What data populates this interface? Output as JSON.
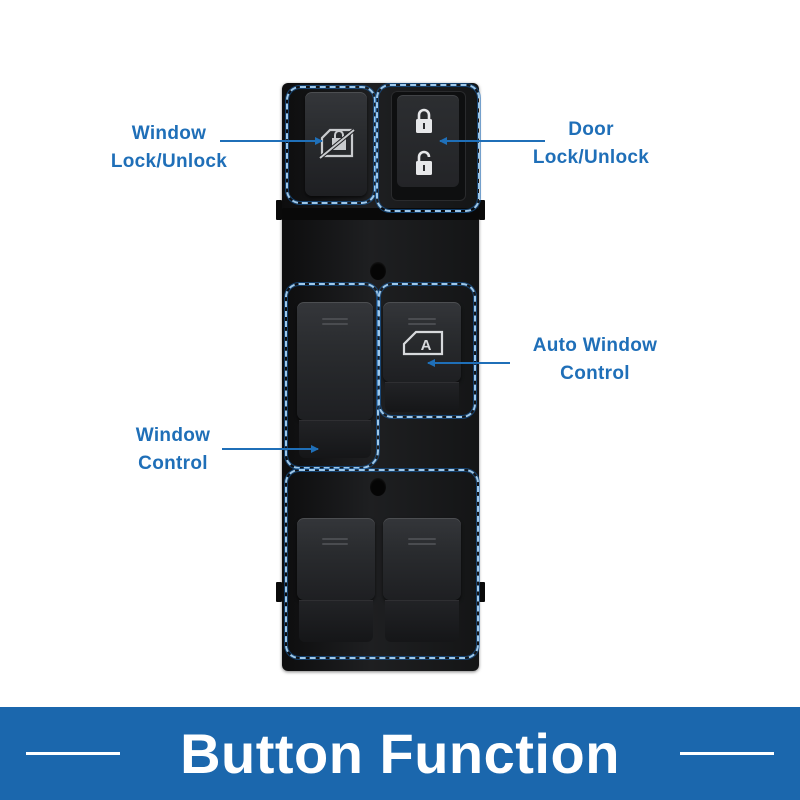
{
  "labels": {
    "window_lock": {
      "line1": "Window",
      "line2": "Lock/Unlock"
    },
    "door_lock": {
      "line1": "Door",
      "line2": "Lock/Unlock"
    },
    "auto_window": {
      "line1": "Auto Window",
      "line2": "Control"
    },
    "window_control": {
      "line1": "Window",
      "line2": "Control"
    }
  },
  "banner": {
    "title": "Button Function"
  },
  "icons": {
    "window_lock": "window-lock-icon",
    "door_lock": "padlock-icon",
    "auto_window": "auto-window-icon"
  },
  "colors": {
    "accent": "#1f6fb8",
    "banner": "#1b67ad",
    "dashed_outline": "#9ec8ea",
    "panel": "#1a1b1d"
  }
}
